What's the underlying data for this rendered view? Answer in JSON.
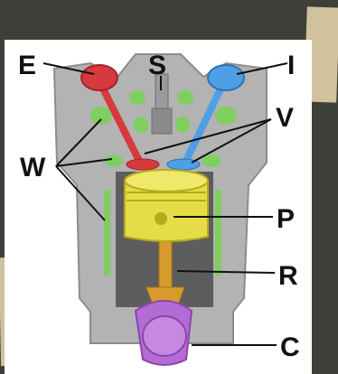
{
  "labels": {
    "E": "E",
    "S": "S",
    "I": "I",
    "V": "V",
    "W": "W",
    "P": "P",
    "R": "R",
    "C": "C"
  },
  "colors": {
    "background": "#3d4038",
    "tape": "#d9c9a3",
    "card": "#ffffff",
    "block": "#b3b3b3",
    "water_jacket": "#7ecf5f",
    "exhaust": "#d63a3f",
    "intake": "#4f9fe6",
    "piston": "#e5dd47",
    "rod": "#d79b2d",
    "crank": "#b46bd6",
    "spark_plug": "#9a9a9a"
  }
}
